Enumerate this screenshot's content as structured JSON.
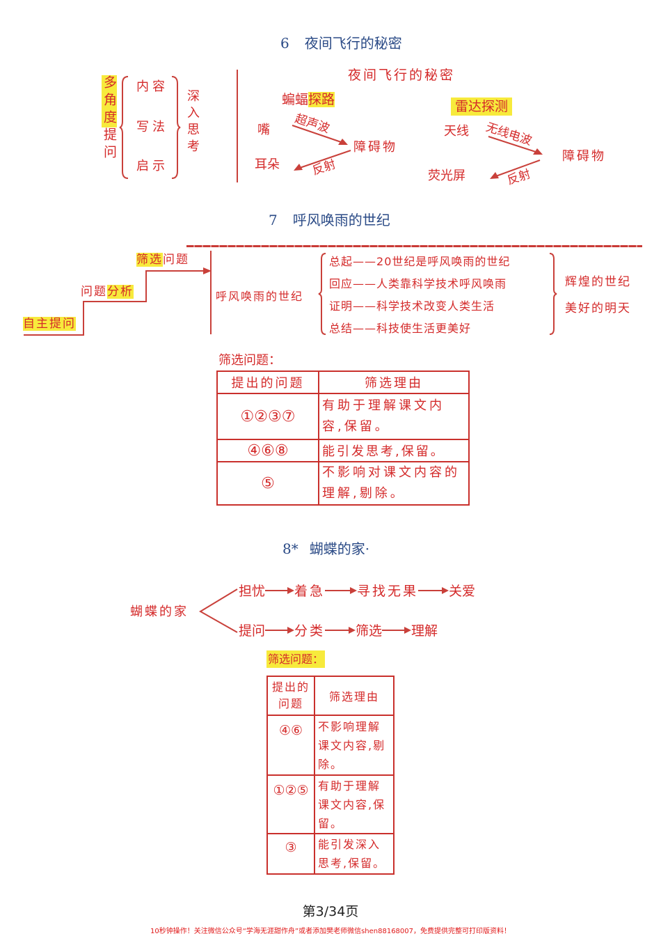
{
  "section6": {
    "number": "6",
    "title": "夜间飞行的秘密",
    "left": {
      "highlight": "多角度",
      "rest": "提问",
      "items": [
        "内容",
        "写法",
        "启示"
      ],
      "result": "深入思考"
    },
    "right": {
      "heading": "夜间飞行的秘密",
      "bat": {
        "title_plain": "蝙蝠",
        "title_highlight": "探路",
        "source": "嘴",
        "wave": "超声波",
        "target": "障碍物",
        "reflect": "反射",
        "receiver": "耳朵"
      },
      "radar": {
        "title_highlight": "雷达探测",
        "source": "天线",
        "wave": "无线电波",
        "target": "障碍物",
        "reflect": "反射",
        "receiver": "荧光屏"
      }
    }
  },
  "section7": {
    "number": "7",
    "title": "呼风唤雨的世纪",
    "stairs": [
      {
        "highlight": "自主提问",
        "plain": ""
      },
      {
        "plain": "问题",
        "highlight": "分析"
      },
      {
        "highlight": "筛选",
        "plain": "问题"
      }
    ],
    "center": "呼风唤雨的世纪",
    "structure": [
      {
        "label": "总起",
        "text": "20世纪是呼风唤雨的世纪"
      },
      {
        "label": "回应",
        "text": "人类靠科学技术呼风唤雨"
      },
      {
        "label": "证明",
        "text": "科学技术改变人类生活"
      },
      {
        "label": "总结",
        "text": "科技使生活更美好"
      }
    ],
    "summary": [
      "辉煌的世纪",
      "美好的明天"
    ],
    "dash": "——",
    "table_caption": "筛选问题：",
    "table": {
      "headers": [
        "提出的问题",
        "筛选理由"
      ],
      "rows": [
        {
          "questions": "①②③⑦",
          "reason": "有助于理解课文内容,保留。"
        },
        {
          "questions": "④⑥⑧",
          "reason": "能引发思考,保留。"
        },
        {
          "questions": "⑤",
          "reason": "不影响对课文内容的理解,剔除。"
        }
      ]
    }
  },
  "section8": {
    "number": "8*",
    "title": "蝴蝶的家·",
    "root": "蝴蝶的家",
    "branch_top": [
      "担忧",
      "着急",
      "寻找无果",
      "关爱"
    ],
    "branch_bottom": [
      "提问",
      "分类",
      "筛选",
      "理解"
    ],
    "table_caption": "筛选问题：",
    "table": {
      "headers": [
        "提出的问题",
        "筛选理由"
      ],
      "rows": [
        {
          "questions": "④⑥",
          "reason": "不影响理解课文内容,剔除。"
        },
        {
          "questions": "①②⑤",
          "reason": "有助于理解课文内容,保留。"
        },
        {
          "questions": "③",
          "reason": "能引发深入思考,保留。"
        }
      ]
    }
  },
  "footer": {
    "page": "第3/34页",
    "note": "10秒钟操作！关注微信公众号“学海无涯甜作舟”或者添加樊老师微信shen88168007，免费提供完整可打印版资料！"
  }
}
